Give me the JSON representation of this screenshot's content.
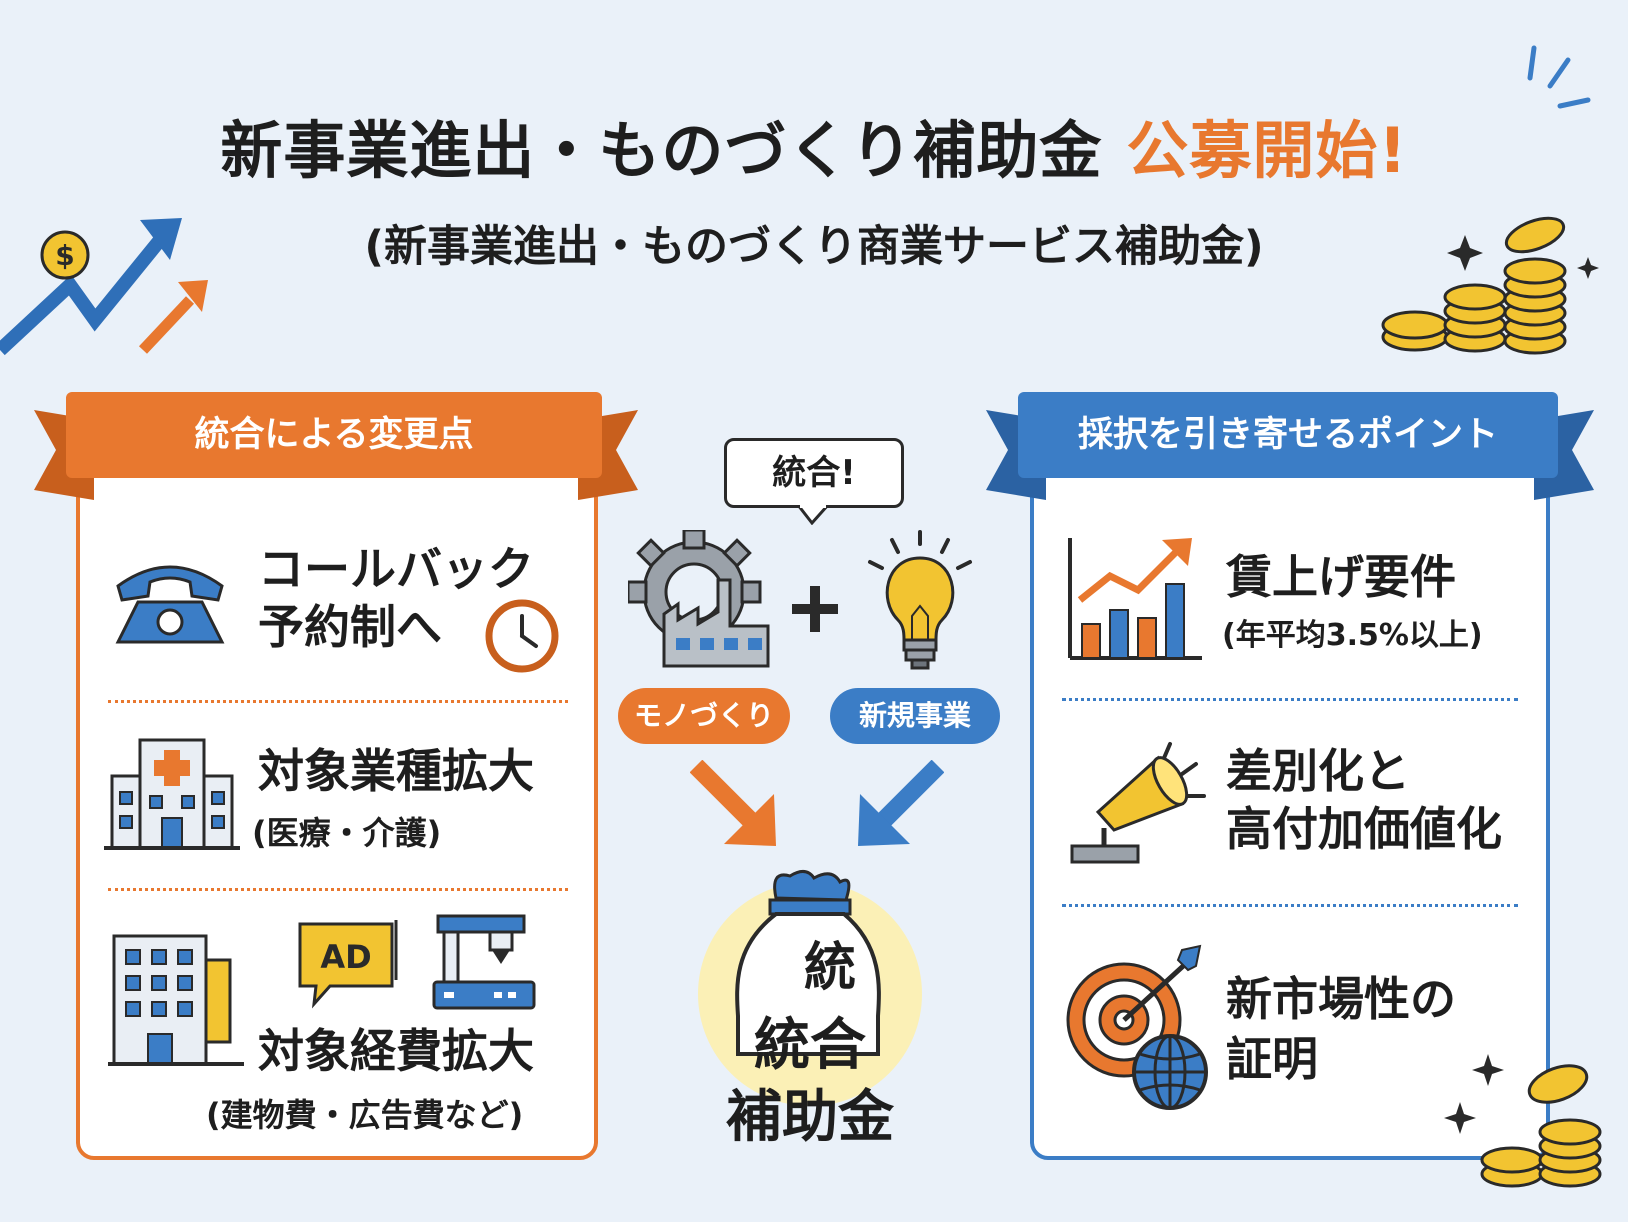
{
  "header": {
    "title_main": "新事業進出・ものづくり補助金",
    "title_accent": "公募開始!",
    "subtitle": "(新事業進出・ものづくり商業サービス補助金)"
  },
  "left_panel": {
    "ribbon": "統合による変更点",
    "items": [
      {
        "line1": "コールバック",
        "line2": "予約制へ"
      },
      {
        "title": "対象業種拡大",
        "note": "(医療・介護)"
      },
      {
        "ad_label": "AD",
        "title": "対象経費拡大",
        "note": "(建物費・広告費など)"
      }
    ]
  },
  "center": {
    "bubble": "統合!",
    "left_tag": "モノづくり",
    "right_tag": "新規事業",
    "bag_line1": "統",
    "bag_line2": "統合",
    "bag_line3": "補助金"
  },
  "right_panel": {
    "ribbon": "採択を引き寄せるポイント",
    "items": [
      {
        "title": "賃上げ要件",
        "note": "(年平均3.5%以上)"
      },
      {
        "line1": "差別化と",
        "line2": "高付加価値化"
      },
      {
        "line1": "新市場性の",
        "line2": "証明"
      }
    ]
  },
  "colors": {
    "orange": "#e8782f",
    "blue": "#3b7dc6",
    "gold": "#f2c431",
    "background": "#eaf1f9"
  },
  "icons": [
    "dollar-coin-icon",
    "growth-arrow-icon",
    "sparkle-icon",
    "coin-stack-icon",
    "telephone-icon",
    "clock-icon",
    "hospital-icon",
    "office-building-icon",
    "ad-sign-icon",
    "machine-tool-icon",
    "factory-gear-icon",
    "plus-icon",
    "light-bulb-icon",
    "down-arrow-icon",
    "money-bag-icon",
    "bar-chart-icon",
    "spotlight-icon",
    "target-icon",
    "globe-icon"
  ]
}
